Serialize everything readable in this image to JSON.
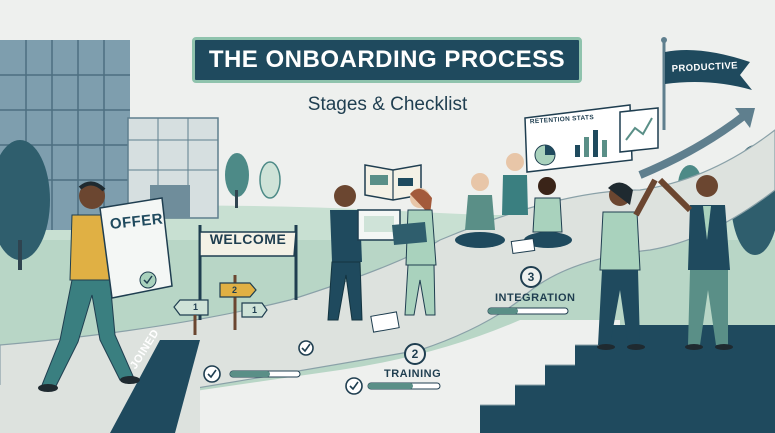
{
  "title": "THE ONBOARDING PROCESS",
  "subtitle": "Stages & Checklist",
  "flag_label": "PRODUCTIVE",
  "welcome_banner": "WELCOME",
  "offer_letter": "OFFER",
  "path_marker": "JOINED",
  "stages": [
    {
      "number": "2",
      "label": "TRAINING"
    },
    {
      "number": "3",
      "label": "INTEGRATION"
    }
  ],
  "signpost_numbers": [
    "2",
    "1",
    "1"
  ],
  "retention_board": "RETENTION STATS",
  "colors": {
    "navy": "#1f4a5e",
    "teal": "#5a8f87",
    "mint": "#a9d2bd",
    "path": "#dde2de",
    "skin_dark": "#6b4630",
    "mustard": "#e0b044"
  }
}
